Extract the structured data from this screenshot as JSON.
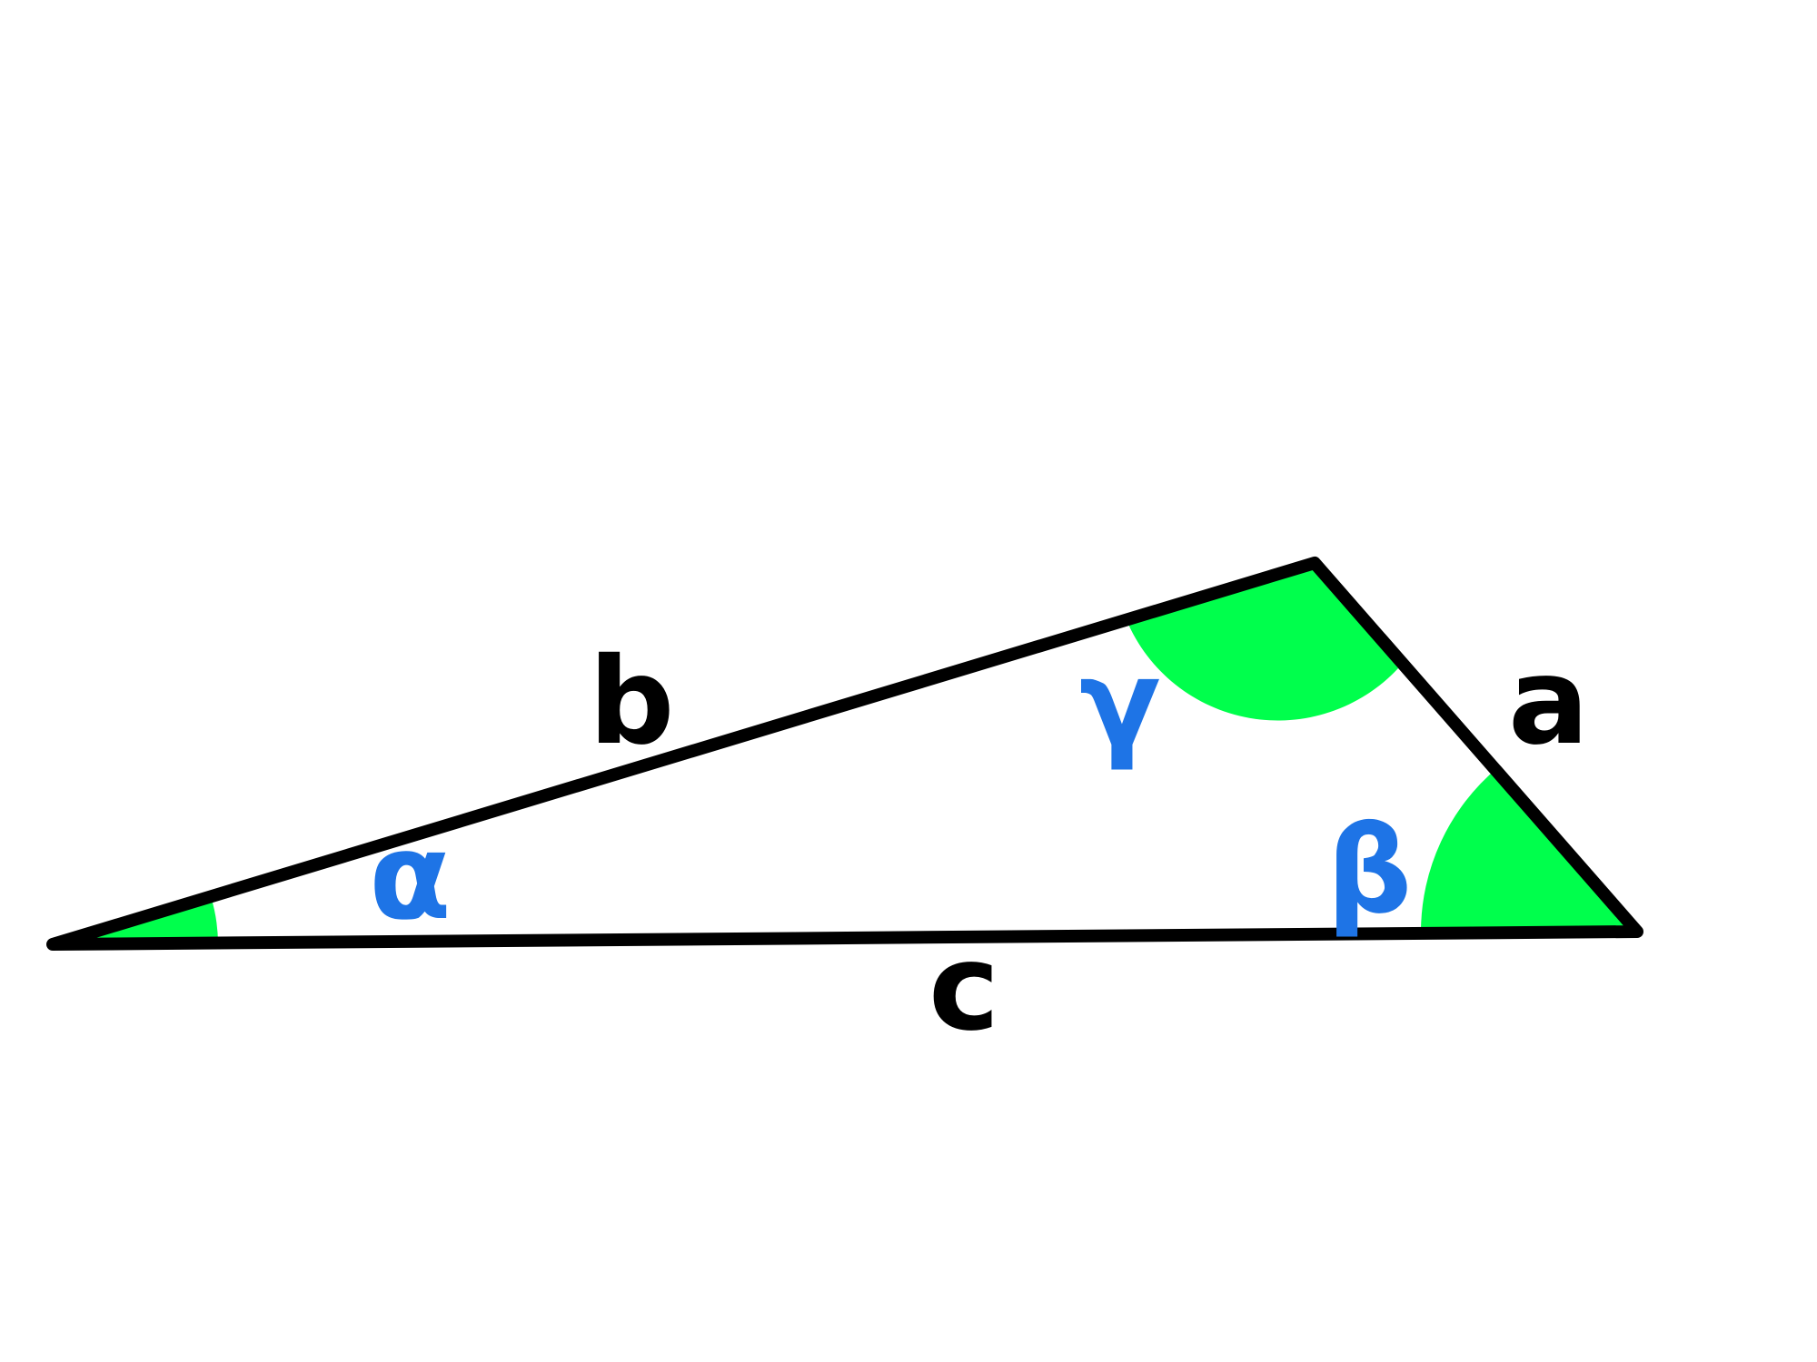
{
  "colors": {
    "background": "#ffffff",
    "edge": "#000000",
    "angle_fill": "#00ff4c",
    "side_label": "#000000",
    "angle_label": "#1e74e6"
  },
  "sides": {
    "a": "a",
    "b": "b",
    "c": "c"
  },
  "angles": {
    "alpha": "α",
    "beta": "β",
    "gamma": "γ"
  }
}
